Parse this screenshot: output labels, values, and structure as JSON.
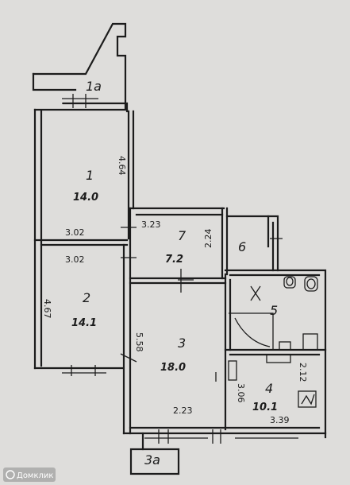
{
  "rooms": [
    {
      "number": "1a",
      "area": ""
    },
    {
      "number": "1",
      "area": "14.0"
    },
    {
      "number": "2",
      "area": "14.1"
    },
    {
      "number": "3",
      "area": "18.0"
    },
    {
      "number": "3a",
      "area": ""
    },
    {
      "number": "4",
      "area": "10.1"
    },
    {
      "number": "5",
      "area": ""
    },
    {
      "number": "6",
      "area": ""
    },
    {
      "number": "7",
      "area": "7.2"
    }
  ],
  "dimensions": [
    "4.64",
    "3.02",
    "3.23",
    "2.24",
    "3.02",
    "4.67",
    "5.58",
    "2.23",
    "2.12",
    "3.06",
    "3.39"
  ],
  "watermark": "Домклик"
}
